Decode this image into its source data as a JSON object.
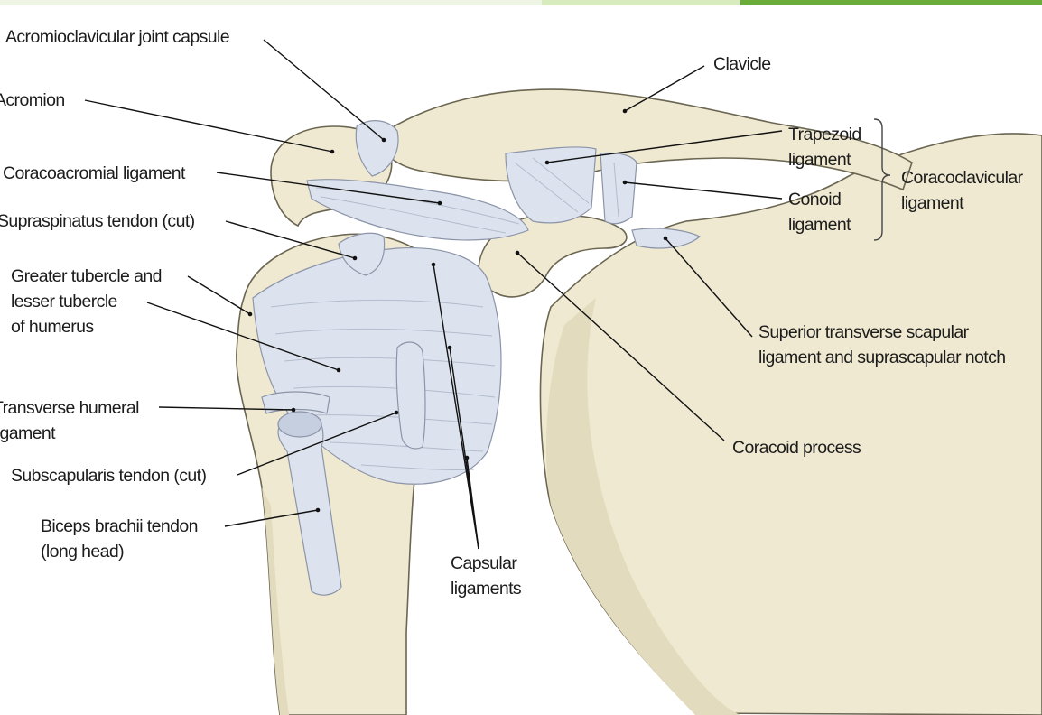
{
  "header_bar": {
    "accent_color": "#6aab3a",
    "light_color": "#d7ebbf"
  },
  "labels": {
    "acromioclavicular_joint_capsule": "Acromioclavicular joint capsule",
    "acromion": "Acromion",
    "coracoacromial_ligament": "Coracoacromial ligament",
    "supraspinatus_tendon": "Supraspinatus tendon (cut)",
    "greater_tubercle": [
      "Greater tubercle and",
      "lesser tubercle",
      "of humerus"
    ],
    "transverse_humeral": [
      "Transverse humeral",
      "ligament"
    ],
    "subscapularis_tendon": "Subscapularis tendon (cut)",
    "biceps_tendon": [
      "Biceps brachii tendon",
      "(long head)"
    ],
    "capsular_ligaments": [
      "Capsular",
      "ligaments"
    ],
    "coracoid_process": "Coracoid process",
    "superior_transverse": [
      "Superior transverse scapular",
      "ligament and suprascapular notch"
    ],
    "clavicle": "Clavicle",
    "trapezoid": [
      "Trapezoid",
      "ligament"
    ],
    "conoid": [
      "Conoid",
      "ligament"
    ],
    "coracoclavicular": [
      "Coracoclavicular",
      "ligament"
    ]
  }
}
